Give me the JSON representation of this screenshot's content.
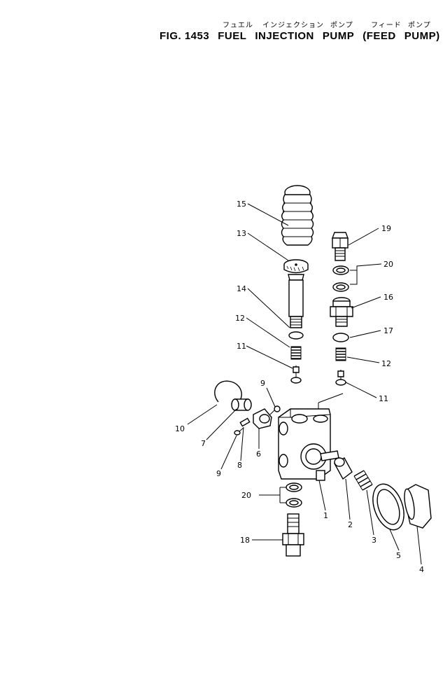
{
  "header": {
    "jp_part1": "フュエル",
    "jp_part2": "インジェクション",
    "jp_part3": "ポンプ",
    "jp_part4": "フィード",
    "jp_part5": "ポンプ",
    "fig_number": "FIG. 1453",
    "title_word1": "FUEL",
    "title_word2": "INJECTION",
    "title_word3": "PUMP",
    "title_word4": "(FEED",
    "title_word5": "PUMP)"
  },
  "callouts": {
    "p1": "1",
    "p2": "2",
    "p3": "3",
    "p4": "4",
    "p5": "5",
    "p6": "6",
    "p7": "7",
    "p8": "8",
    "p9a": "9",
    "p9b": "9",
    "p10": "10",
    "p11a": "11",
    "p11b": "11",
    "p12a": "12",
    "p12b": "12",
    "p13": "13",
    "p14": "14",
    "p15": "15",
    "p16": "16",
    "p17": "17",
    "p18": "18",
    "p19": "19",
    "p20a": "20",
    "p20b": "20"
  }
}
